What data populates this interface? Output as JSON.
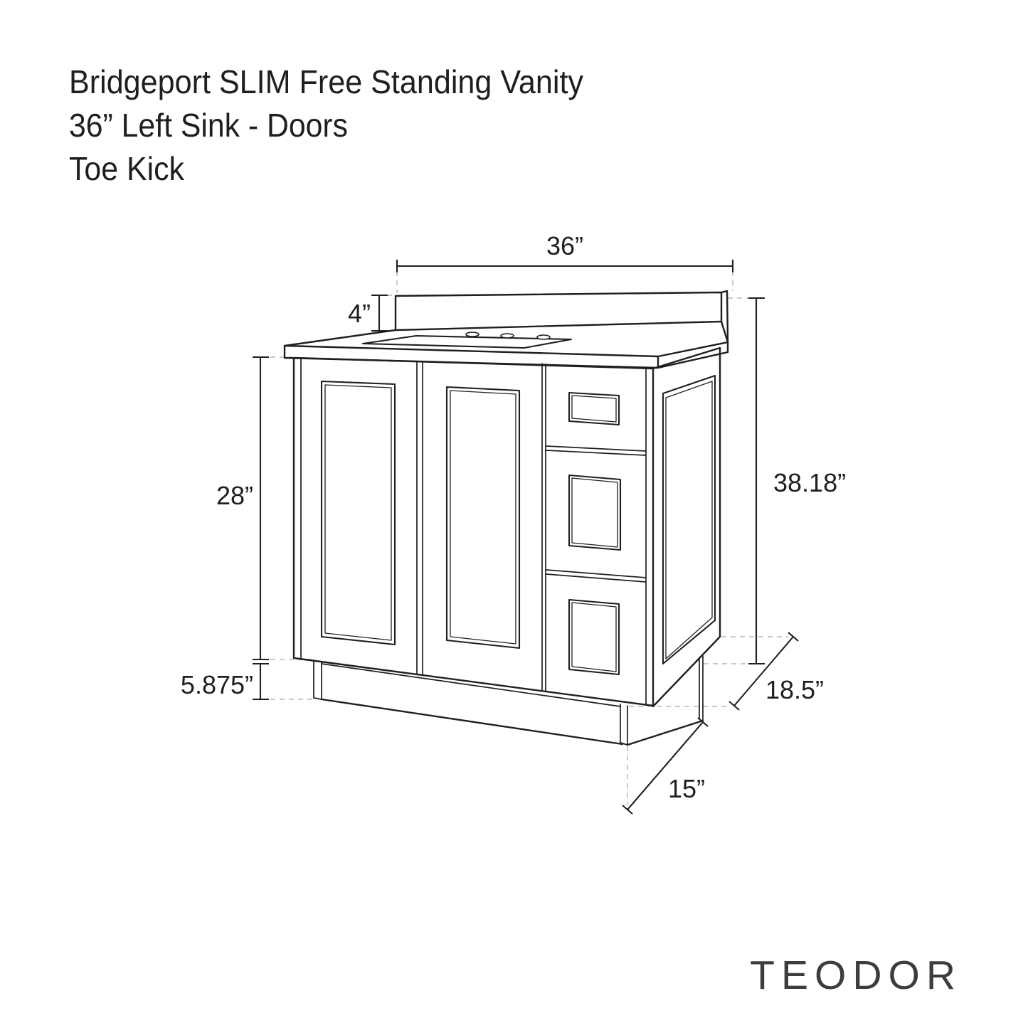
{
  "title": {
    "line1": "Bridgeport SLIM Free Standing Vanity",
    "line2": "36” Left Sink - Doors",
    "line3": "Toe Kick"
  },
  "dimensions": {
    "width": "36”",
    "backsplash_height": "4”",
    "cabinet_height": "28”",
    "toe_kick_height": "5.875”",
    "total_height": "38.18”",
    "depth": "18.5”",
    "toe_kick_depth": "15”"
  },
  "logo": "TEODOR",
  "colors": {
    "line": "#1f1f1f",
    "leader": "#c9c9c9",
    "background": "#ffffff",
    "logo": "#3d3d3d"
  }
}
